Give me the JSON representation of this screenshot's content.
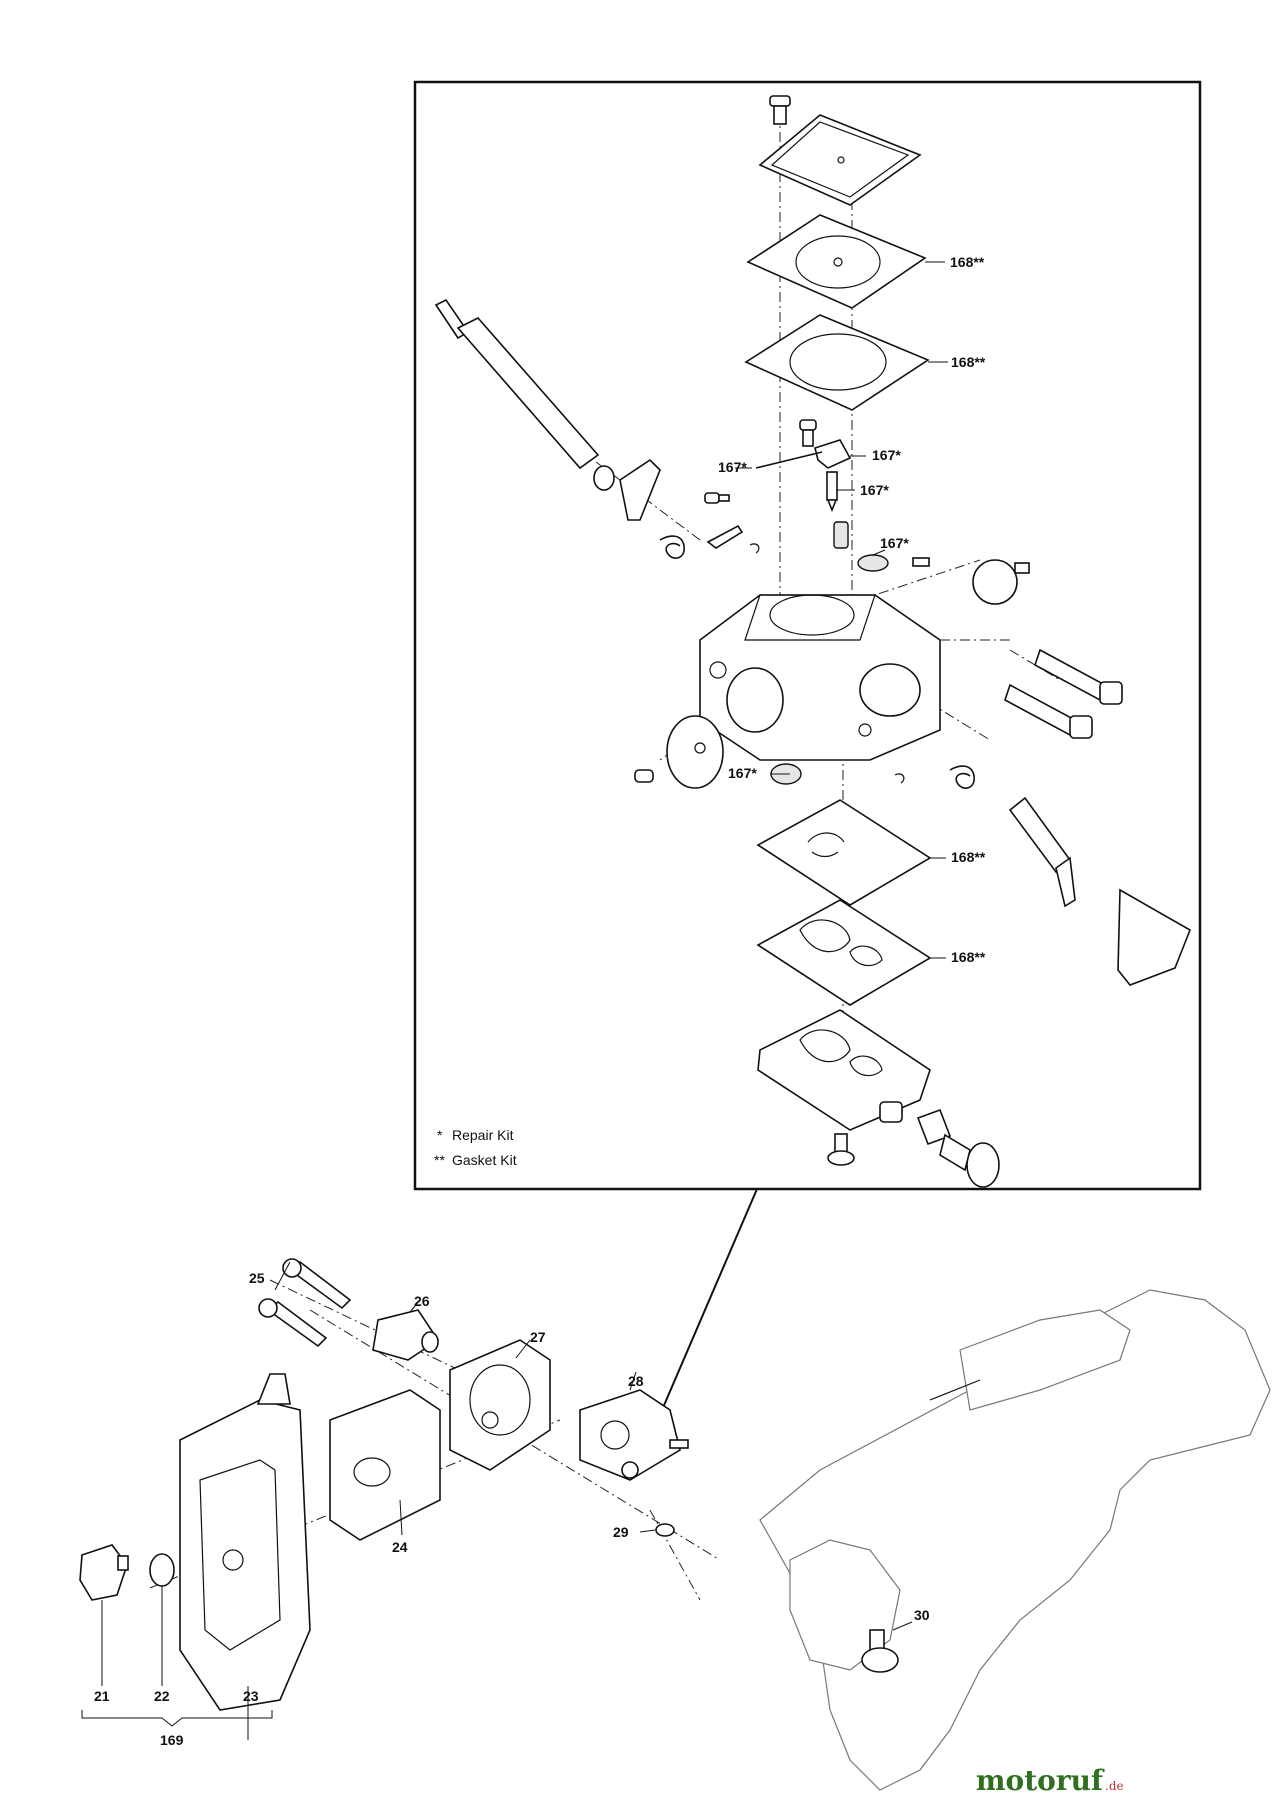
{
  "detail_labels": {
    "gasket_top": "168**",
    "gasket_mid": "168**",
    "kit_pin": "167*",
    "kit_lever": "167*",
    "kit_needle": "167*",
    "kit_plug": "167*",
    "kit_filter": "167*",
    "gasket_bottom_1": "168**",
    "gasket_bottom_2": "168**"
  },
  "legend": {
    "repair_mark": "*",
    "repair_label": "Repair Kit",
    "gasket_mark": "**",
    "gasket_label": "Gasket Kit"
  },
  "main_labels": {
    "p25": "25",
    "p26": "26",
    "p27": "27",
    "p28": "28",
    "p24": "24",
    "p29": "29",
    "p30": "30",
    "p21": "21",
    "p22": "22",
    "p23": "23",
    "p169": "169"
  },
  "brand": {
    "name": "motoruf",
    "tld": ".de",
    "color": "#2f6f1f"
  }
}
